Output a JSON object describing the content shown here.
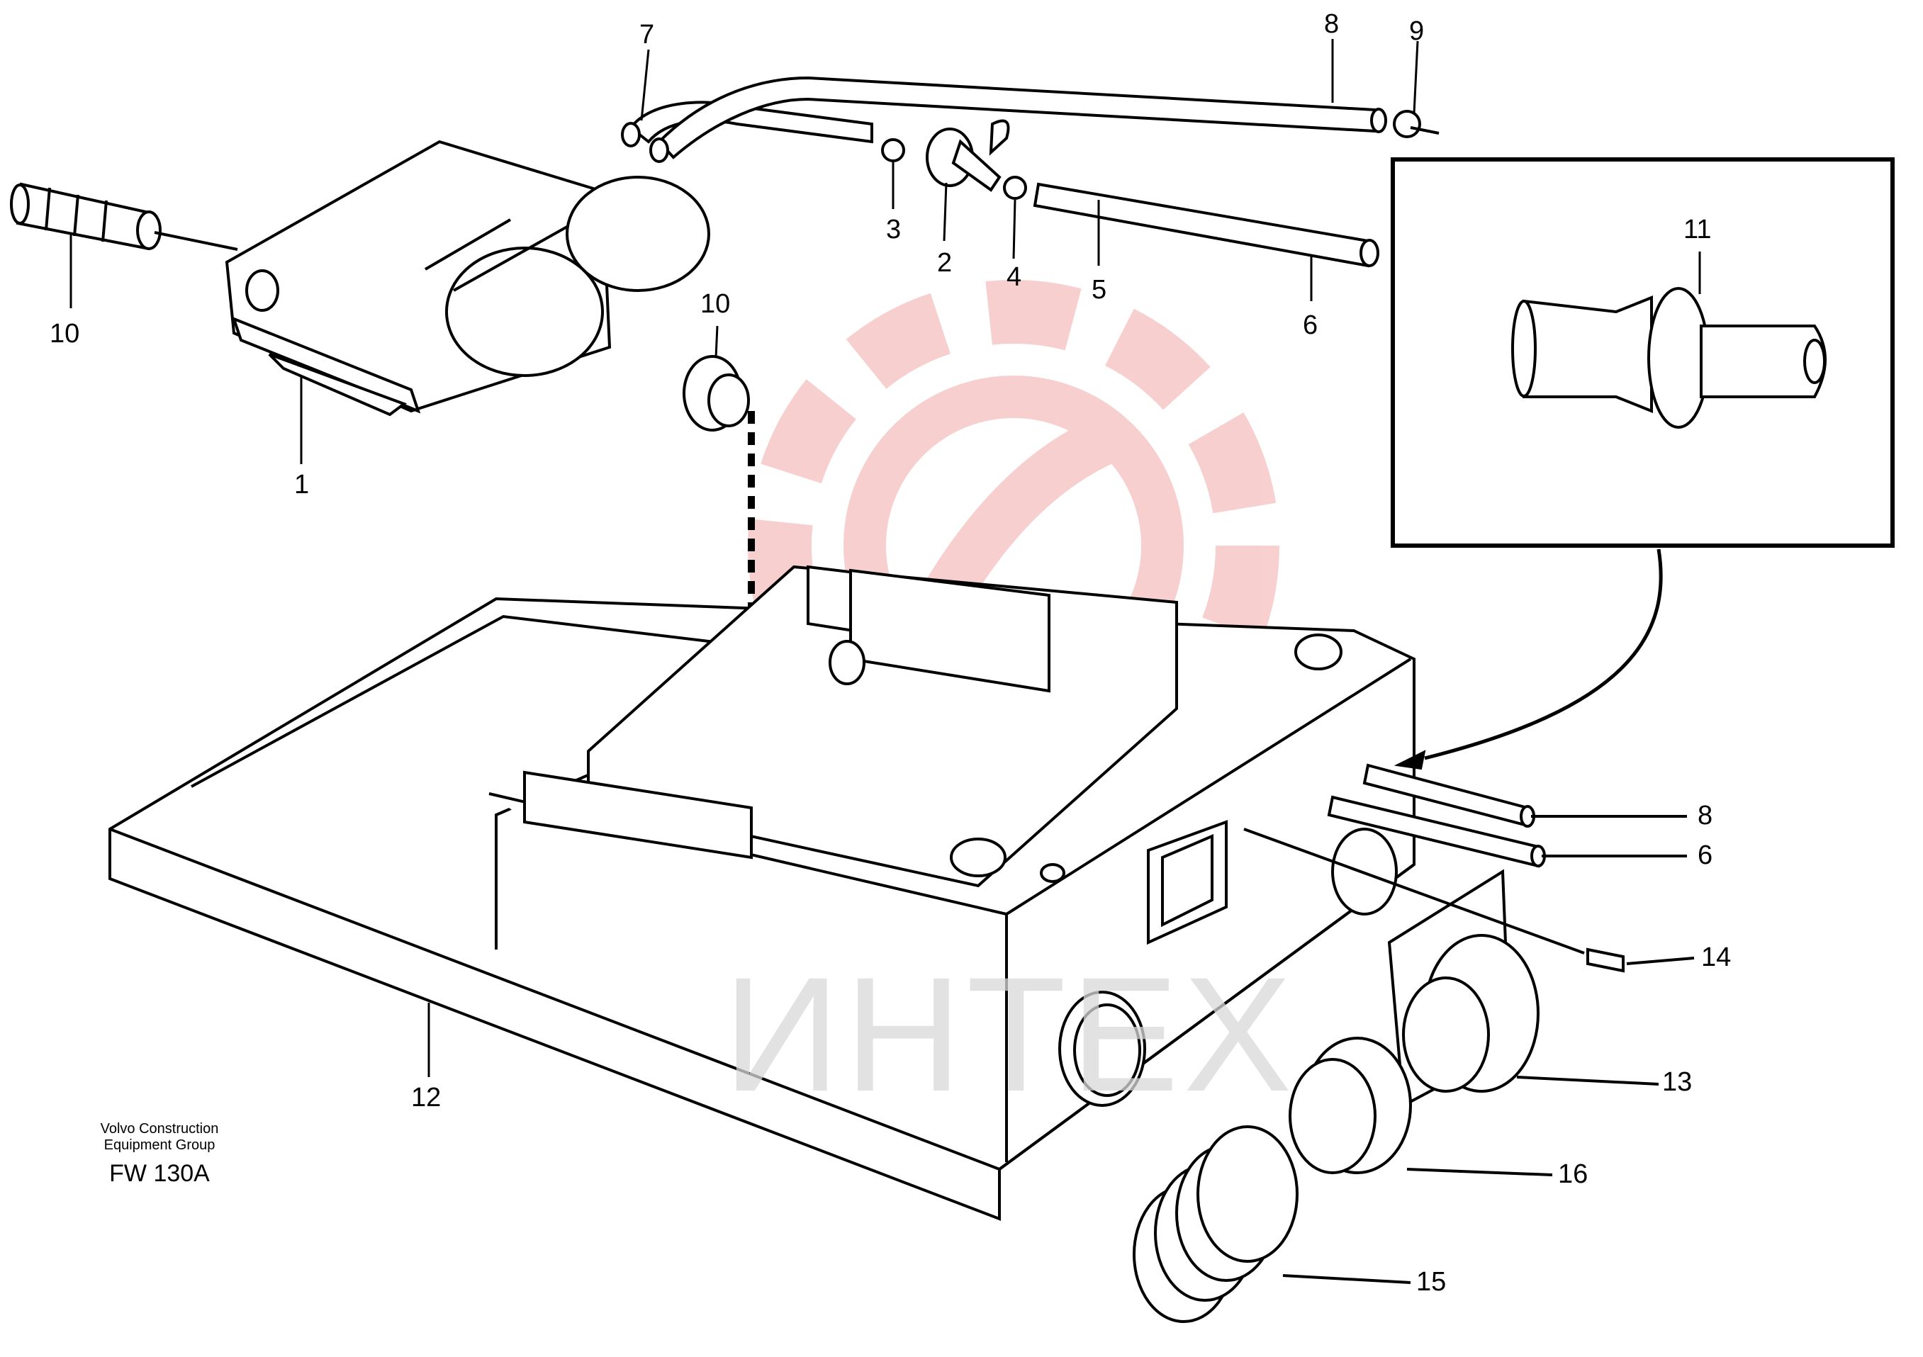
{
  "watermark": {
    "text": "ИНТЕХ",
    "logo_color": "#f4a9a9",
    "text_color": "#d9d9d9"
  },
  "credit": {
    "line1": "Volvo Construction",
    "line2": "Equipment Group",
    "code": "FW 130A"
  },
  "callouts": [
    {
      "id": "c1",
      "text": "1"
    },
    {
      "id": "c2",
      "text": "2"
    },
    {
      "id": "c3",
      "text": "3"
    },
    {
      "id": "c4",
      "text": "4"
    },
    {
      "id": "c5",
      "text": "5"
    },
    {
      "id": "c6",
      "text": "6"
    },
    {
      "id": "c7",
      "text": "7"
    },
    {
      "id": "c8",
      "text": "8"
    },
    {
      "id": "c9",
      "text": "9"
    },
    {
      "id": "c10",
      "text": "10"
    },
    {
      "id": "c10b",
      "text": "10"
    },
    {
      "id": "c11",
      "text": "11"
    },
    {
      "id": "c12",
      "text": "12"
    },
    {
      "id": "c13",
      "text": "13"
    },
    {
      "id": "c14",
      "text": "14"
    },
    {
      "id": "c15",
      "text": "15"
    },
    {
      "id": "c16",
      "text": "16"
    },
    {
      "id": "c8b",
      "text": "8"
    },
    {
      "id": "c6b",
      "text": "6"
    }
  ]
}
